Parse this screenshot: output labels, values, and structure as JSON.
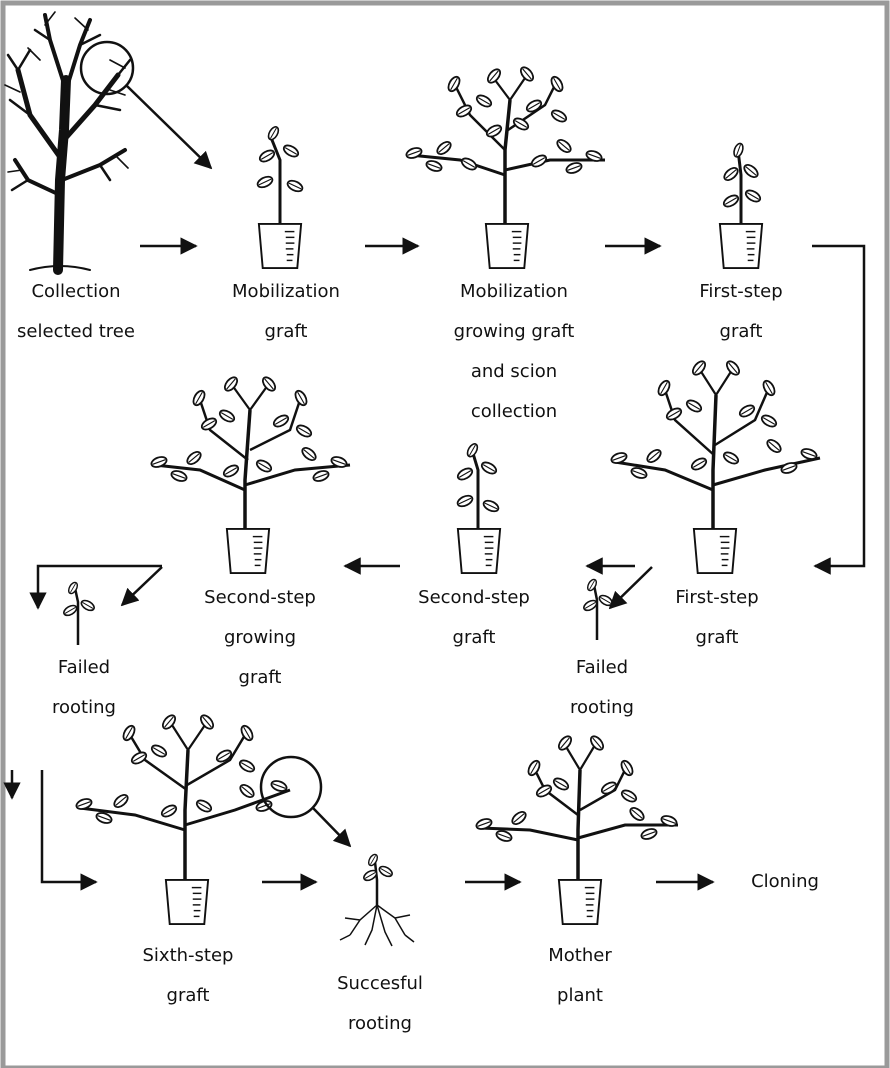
{
  "stages": {
    "collection": {
      "line1": "Collection",
      "line2": "selected tree"
    },
    "mobilization_graft": {
      "line1": "Mobilization",
      "line2": "graft"
    },
    "mobilization_growing": {
      "line1": "Mobilization",
      "line2": "growing graft",
      "line3": "and scion",
      "line4": "collection"
    },
    "first_step_graft_top": {
      "line1": "First-step",
      "line2": "graft"
    },
    "first_step_graft_growing": {
      "line1": "First-step",
      "line2": "graft"
    },
    "failed_rooting_mid": {
      "line1": "Failed",
      "line2": "rooting"
    },
    "second_step_graft": {
      "line1": "Second-step",
      "line2": "graft"
    },
    "second_step_growing": {
      "line1": "Second-step",
      "line2": "growing",
      "line3": "graft"
    },
    "failed_rooting_left": {
      "line1": "Failed",
      "line2": "rooting"
    },
    "sixth_step_graft": {
      "line1": "Sixth-step",
      "line2": "graft"
    },
    "successful_rooting": {
      "line1": "Succesful",
      "line2": "rooting"
    },
    "mother_plant": {
      "line1": "Mother",
      "line2": "plant"
    },
    "cloning": {
      "line1": "Cloning"
    }
  },
  "colors": {
    "ink": "#111111",
    "frame": "#9a9a9a",
    "background": "#ffffff"
  }
}
